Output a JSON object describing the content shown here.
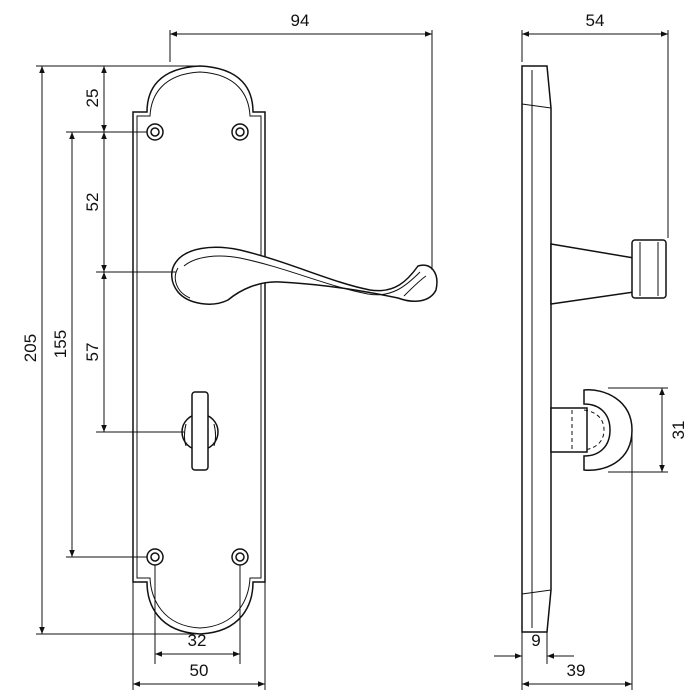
{
  "drawing": {
    "dimensions": {
      "overall_width": "94",
      "side_depth": "54",
      "top_to_hole": "25",
      "hole_to_lever": "52",
      "lever_to_turn": "57",
      "hole_spacing": "155",
      "overall_height": "205",
      "turn_height": "31",
      "hole_horizontal": "32",
      "plate_width": "50",
      "plate_thickness": "9",
      "depth_to_turn": "39"
    }
  }
}
